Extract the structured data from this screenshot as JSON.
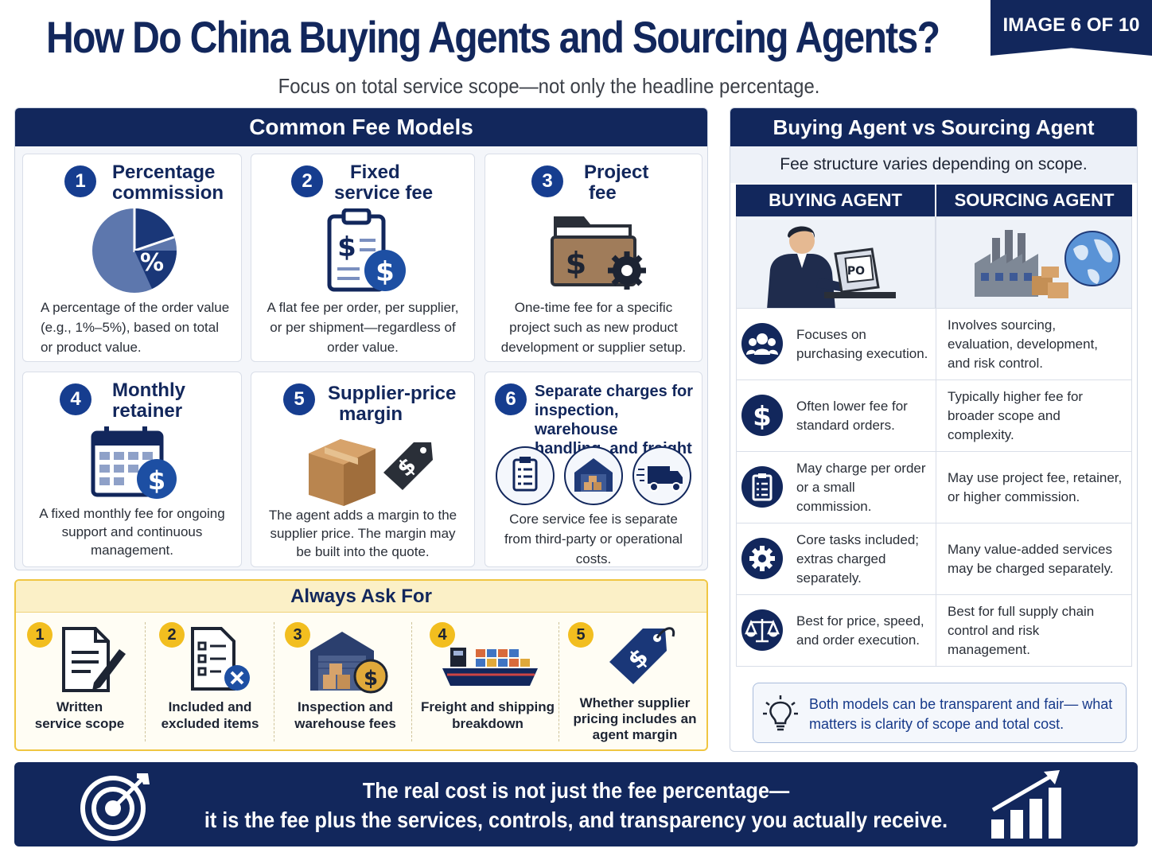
{
  "header": {
    "title": "How Do China Buying Agents and Sourcing Agents?",
    "subtitle": "Focus on total service scope—not only the headline percentage.",
    "badge": "IMAGE 6 OF 10"
  },
  "fee_models": {
    "heading": "Common Fee Models",
    "cards": [
      {
        "number": "1",
        "title_line1": "Percentage",
        "title_line2": "commission",
        "description": "A percentage of the order value (e.g., 1%–5%), based on total or product value.",
        "icon": "pie-chart-percent-icon"
      },
      {
        "number": "2",
        "title_line1": "Fixed",
        "title_line2": "service fee",
        "description": "A flat fee per order, per supplier, or per shipment—regardless of order value.",
        "icon": "clipboard-dollar-icon"
      },
      {
        "number": "3",
        "title_line1": "Project",
        "title_line2": "fee",
        "description": "One-time fee for a specific project such as new product development or supplier setup.",
        "icon": "folder-dollar-gear-icon"
      },
      {
        "number": "4",
        "title_line1": "Monthly",
        "title_line2": "retainer",
        "description": "A fixed monthly fee for ongoing support and continuous management.",
        "icon": "calendar-dollar-icon"
      },
      {
        "number": "5",
        "title_line1": "Supplier-price",
        "title_line2": "margin",
        "description": "The agent adds a margin to the supplier price. The margin may be built into the quote.",
        "icon": "box-price-tag-icon"
      },
      {
        "number": "6",
        "title_line1": "Separate charges for",
        "title_line2": "inspection, warehouse",
        "title_line3": "handling, and freight",
        "description": "Core service fee is separate from third-party or operational costs.",
        "icon": "inspection-warehouse-truck-icons"
      }
    ]
  },
  "ask": {
    "heading": "Always Ask For",
    "items": [
      {
        "number": "1",
        "line1": "Written",
        "line2": "service scope",
        "icon": "document-pen-icon"
      },
      {
        "number": "2",
        "line1": "Included and",
        "line2": "excluded items",
        "icon": "checklist-x-icon"
      },
      {
        "number": "3",
        "line1": "Inspection and",
        "line2": "warehouse fees",
        "icon": "warehouse-dollar-icon"
      },
      {
        "number": "4",
        "line1": "Freight and shipping",
        "line2": "breakdown",
        "icon": "cargo-ship-icon"
      },
      {
        "number": "5",
        "line1": "Whether supplier",
        "line2": "pricing includes an",
        "line3": "agent margin",
        "icon": "price-tag-icon"
      }
    ]
  },
  "comparison": {
    "heading": "Buying Agent vs Sourcing Agent",
    "subheading": "Fee structure varies depending on scope.",
    "col_left": "BUYING AGENT",
    "col_right": "SOURCING AGENT",
    "po_label": "PO",
    "rows": [
      {
        "icon": "team-icon",
        "left": "Focuses on purchasing execution.",
        "right": "Involves sourcing, evaluation, development, and risk control."
      },
      {
        "icon": "dollar-icon",
        "left": "Often lower fee for standard orders.",
        "right": "Typically higher fee for broader scope and complexity."
      },
      {
        "icon": "checklist-icon",
        "left": "May charge per order or a small commission.",
        "right": "May use project fee, retainer, or higher commission."
      },
      {
        "icon": "gear-icon",
        "left": "Core tasks included; extras charged separately.",
        "right": "Many value-added services may be charged separately."
      },
      {
        "icon": "scales-icon",
        "left": "Best for price, speed, and order execution.",
        "right": "Best for full supply chain control and risk management."
      }
    ],
    "note": "Both models can be transparent and fair— what matters is clarity of scope and total cost."
  },
  "footer": {
    "line1": "The real cost is not just the fee percentage—",
    "line2": "it is the fee plus the services, controls, and transparency you actually receive."
  },
  "colors": {
    "navy": "#12275c",
    "accent_blue": "#163d8f",
    "gold": "#f2be1f"
  }
}
